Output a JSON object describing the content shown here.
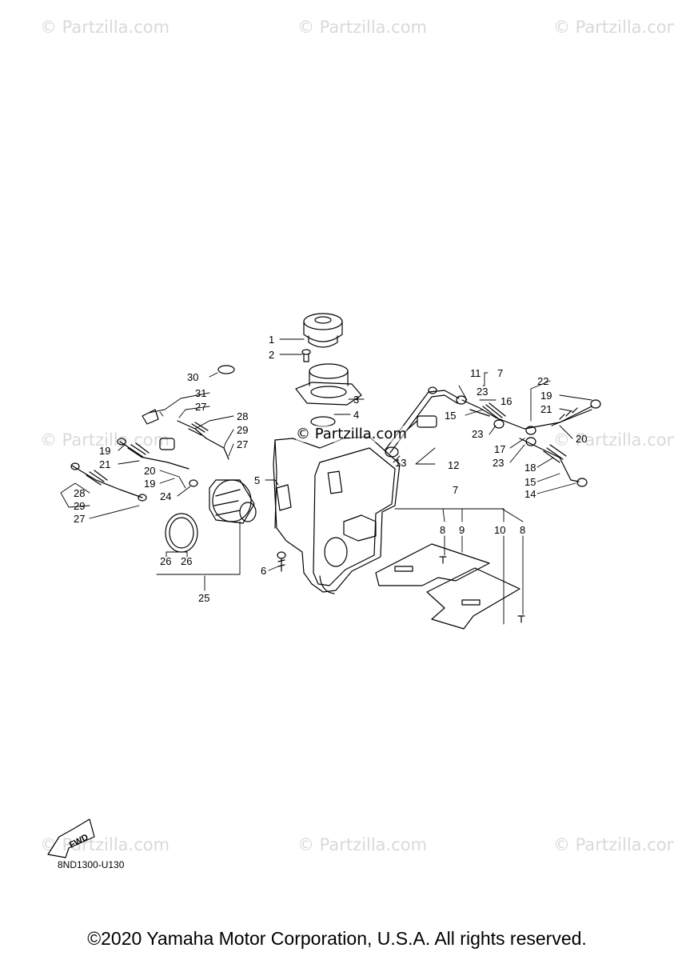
{
  "watermark_text": "© Partzilla.com",
  "center_watermark_text": "© Partzilla.com",
  "fwd_text": "FWD",
  "diagram_code": "8ND1300-U130",
  "copyright": "©2020 Yamaha Motor Corporation, U.S.A. All rights reserved.",
  "callouts": {
    "c1": "1",
    "c2": "2",
    "c3": "3",
    "c4": "4",
    "c5": "5",
    "c6": "6",
    "c7a": "7",
    "c7b": "7",
    "c8a": "8",
    "c8b": "8",
    "c9": "9",
    "c10": "10",
    "c11": "11",
    "c12": "12",
    "c13": "13",
    "c14": "14",
    "c15a": "15",
    "c15b": "15",
    "c16": "16",
    "c17": "17",
    "c18": "18",
    "c19a": "19",
    "c19b": "19",
    "c19c": "19",
    "c20a": "20",
    "c20b": "20",
    "c21a": "21",
    "c21b": "21",
    "c22": "22",
    "c23a": "23",
    "c23b": "23",
    "c23c": "23",
    "c24": "24",
    "c25": "25",
    "c26a": "26",
    "c26b": "26",
    "c27a": "27",
    "c27b": "27",
    "c27c": "27",
    "c28a": "28",
    "c28b": "28",
    "c29a": "29",
    "c29b": "29",
    "c30": "30",
    "c31": "31"
  }
}
